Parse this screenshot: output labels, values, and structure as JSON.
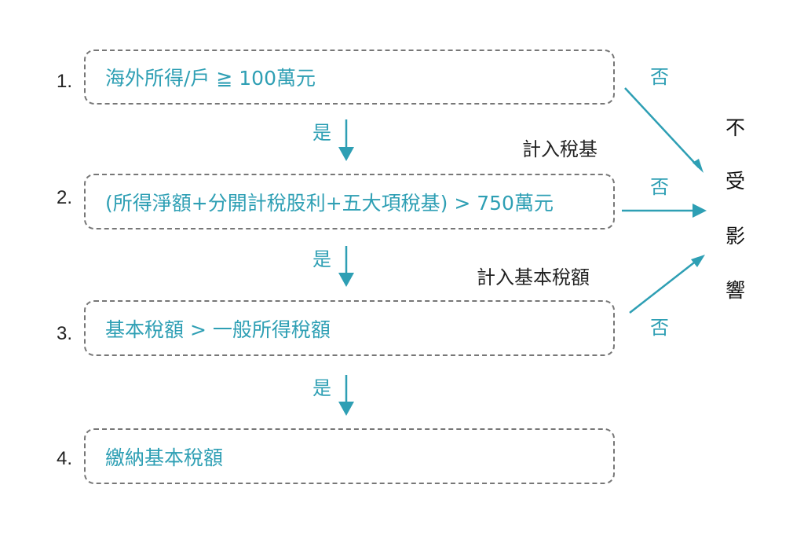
{
  "steps": [
    {
      "number": "1.",
      "text": "海外所得/戶 ≧ 100萬元"
    },
    {
      "number": "2.",
      "text": "(所得淨額+分開計稅股利+五大項稅基) > 750萬元"
    },
    {
      "number": "3.",
      "text": "基本稅額 > 一般所得稅額"
    },
    {
      "number": "4.",
      "text": "繳納基本稅額"
    }
  ],
  "yes_labels": [
    "是",
    "是",
    "是"
  ],
  "no_labels": [
    "否",
    "否",
    "否"
  ],
  "side_notes": [
    "計入稅基",
    "計入基本稅額"
  ],
  "outcome": [
    "不",
    "受",
    "影",
    "響"
  ],
  "colors": {
    "accent": "#2e9fb4",
    "text": "#222222",
    "border": "#777777"
  }
}
